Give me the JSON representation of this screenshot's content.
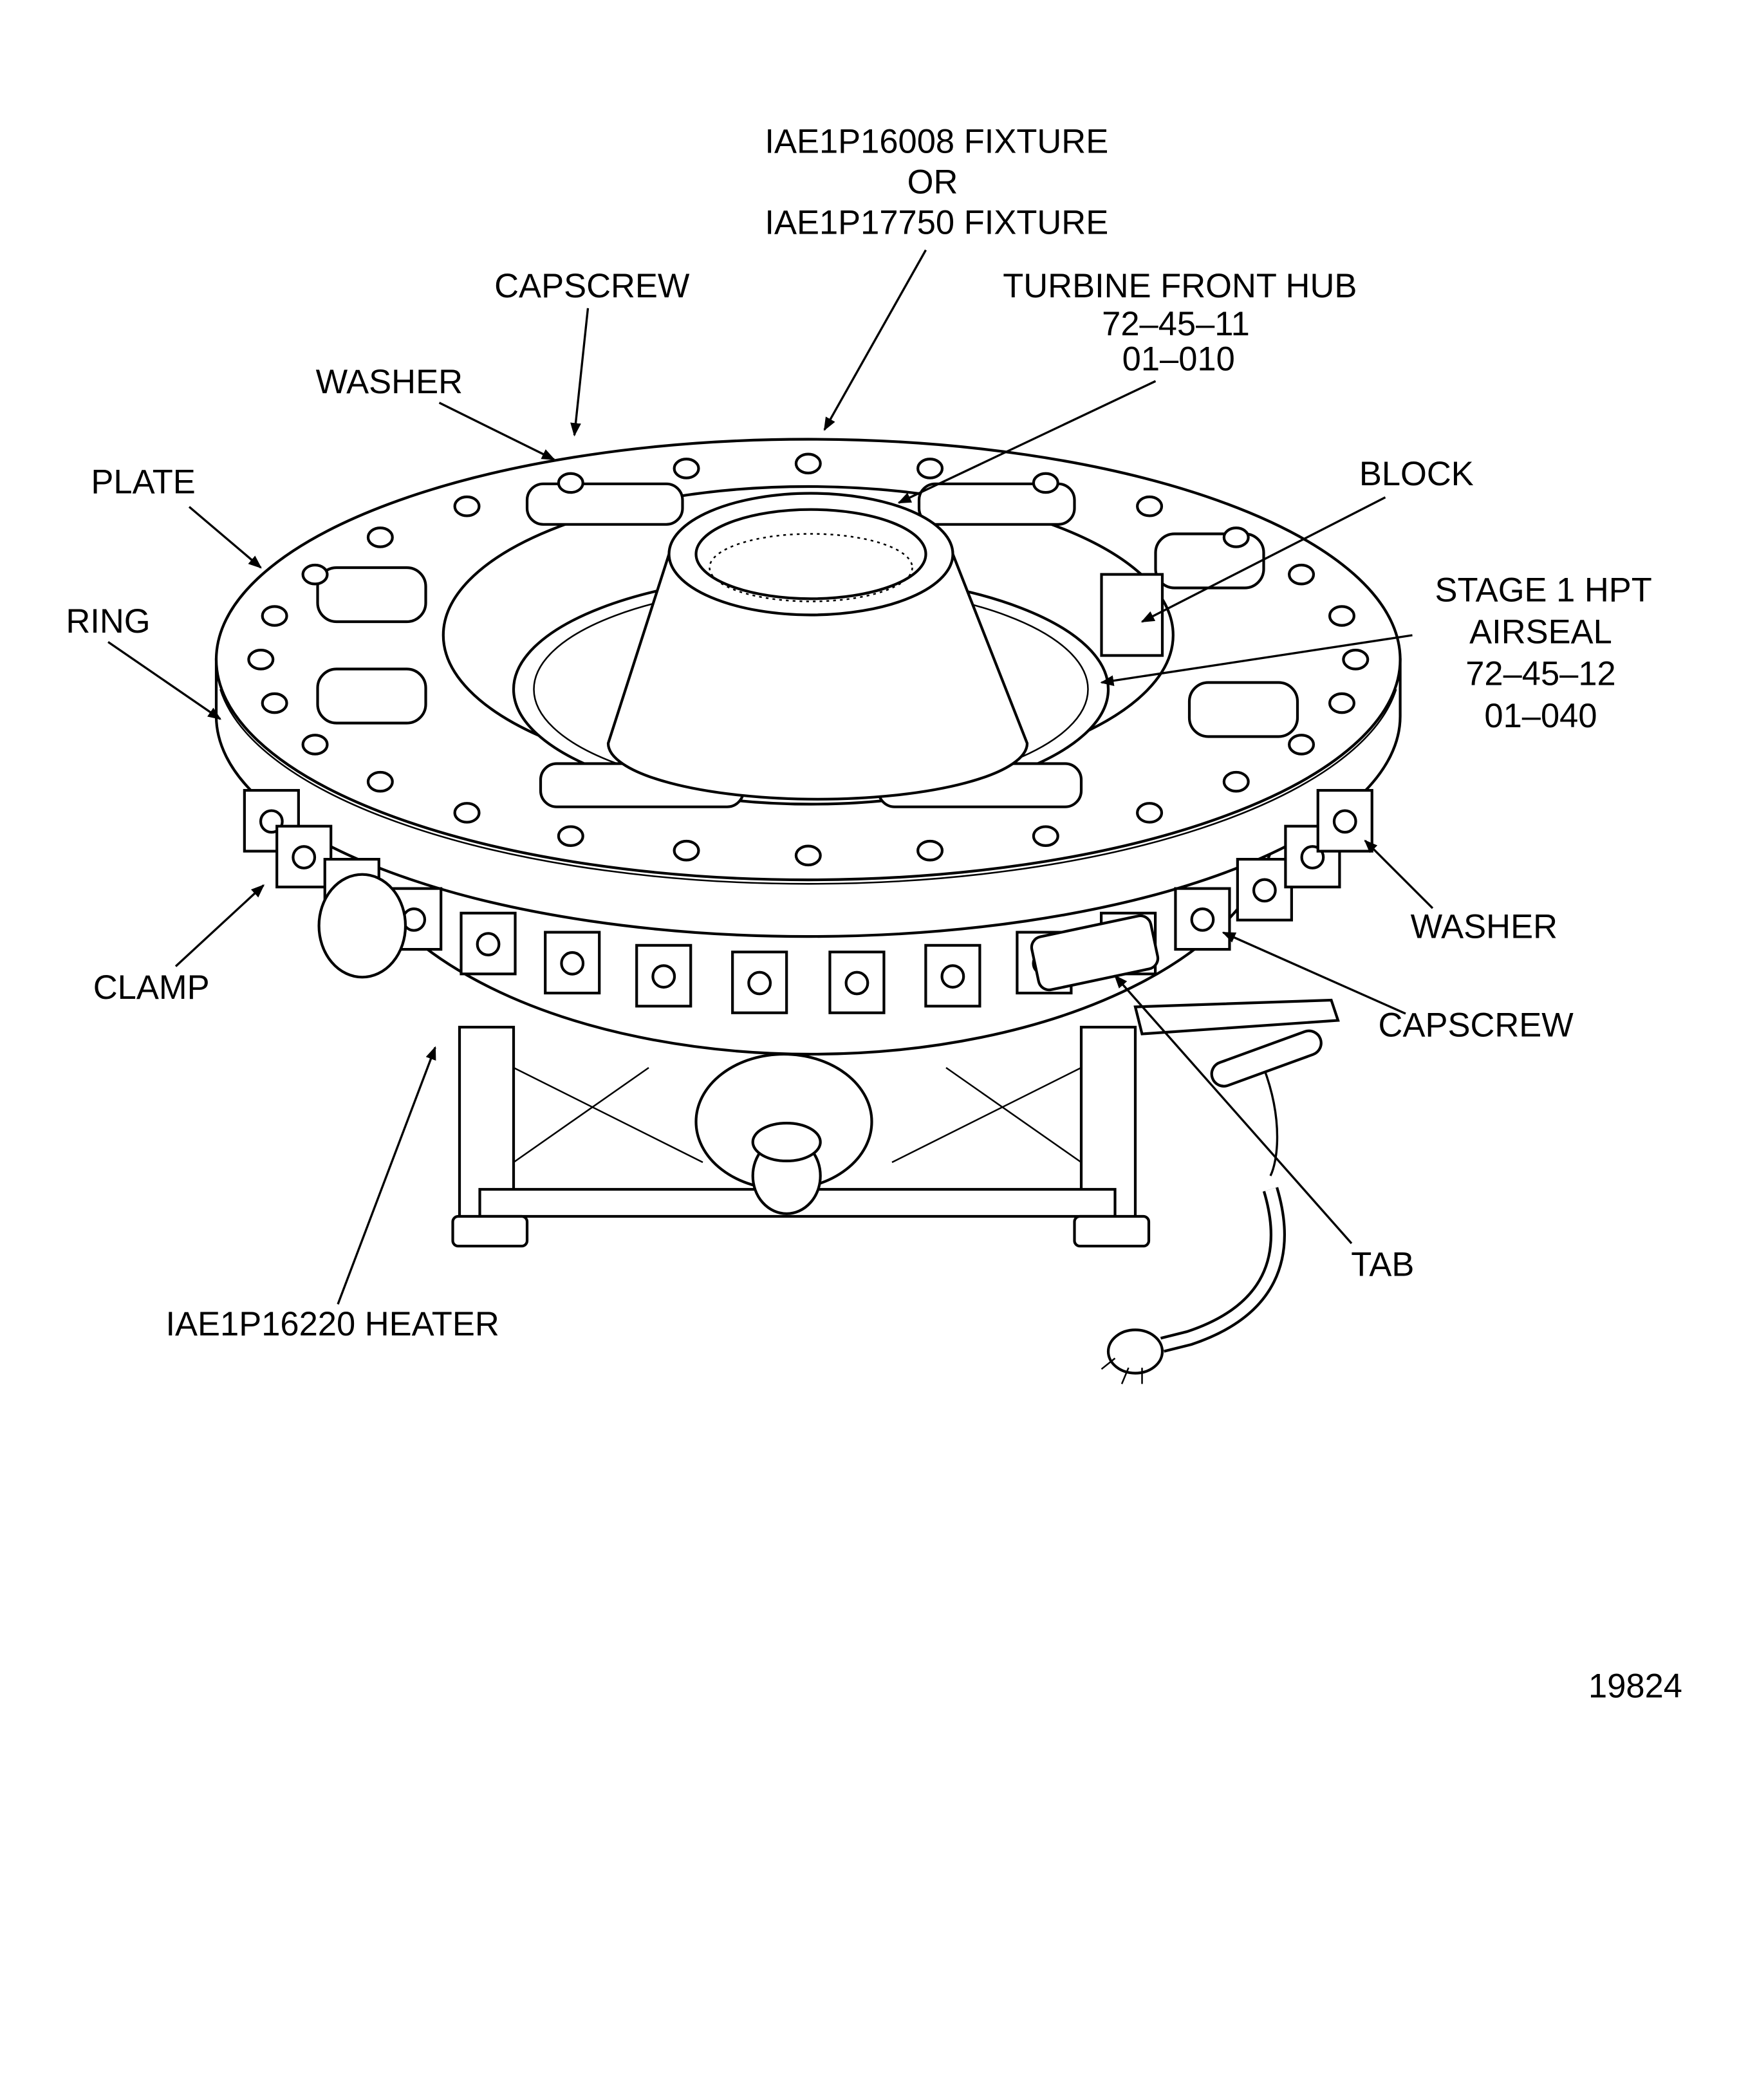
{
  "labels": {
    "fixture": [
      "IAE1P16008 FIXTURE",
      "OR",
      "IAE1P17750 FIXTURE"
    ],
    "capscrew_top": "CAPSCREW",
    "turbine_hub": [
      "TURBINE FRONT HUB",
      "72–45–11",
      "01–010"
    ],
    "washer_top": "WASHER",
    "plate": "PLATE",
    "block": "BLOCK",
    "airseal": [
      "STAGE 1 HPT",
      "AIRSEAL",
      "72–45–12",
      "01–040"
    ],
    "ring": "RING",
    "washer_right": "WASHER",
    "clamp": "CLAMP",
    "capscrew_right": "CAPSCREW",
    "tab": "TAB",
    "heater": "IAE1P16220 HEATER"
  },
  "figure_number": "19824"
}
